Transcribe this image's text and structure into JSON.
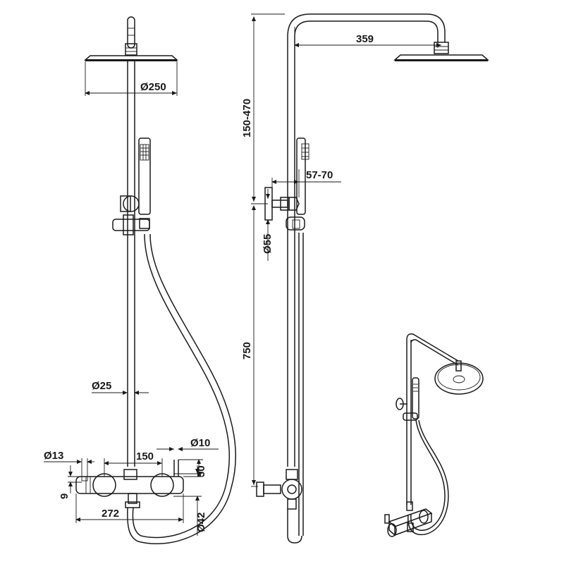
{
  "dimensions": {
    "head_diameter": "Ø250",
    "arm_length": "359",
    "height_range": "150-470",
    "wall_offset": "57-70",
    "flange_diameter": "Ø55",
    "rail_height": "750",
    "pipe_diameter": "Ø25",
    "inlet_diameter": "Ø13",
    "inlet_spacing": "150",
    "spout_diameter": "Ø10",
    "mixer_height": "50",
    "inlet_offset": "9",
    "mixer_width": "272",
    "knob_diameter": "Ø42"
  },
  "colors": {
    "line": "#1a1a1a",
    "background": "#ffffff"
  }
}
